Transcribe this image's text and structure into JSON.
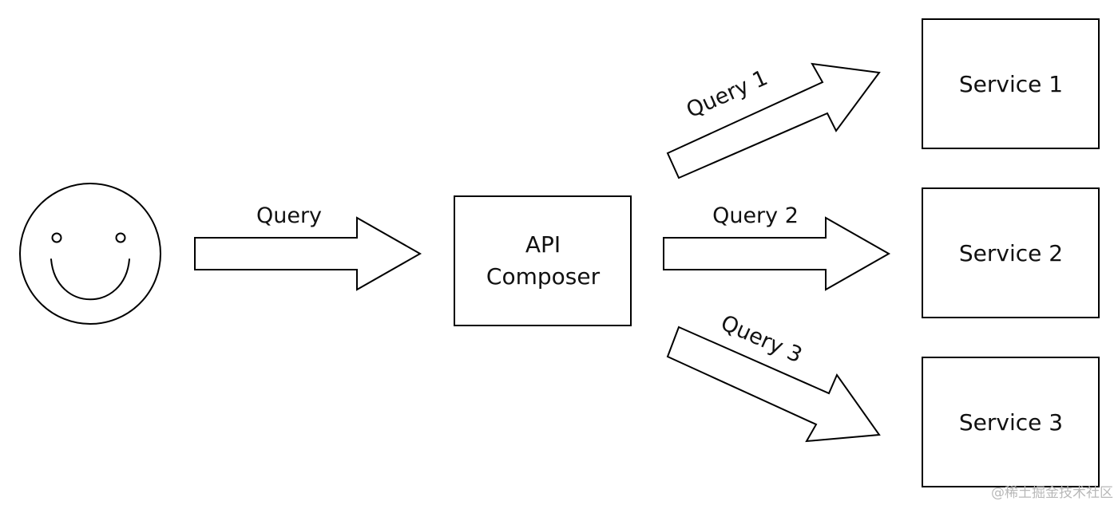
{
  "user": {
    "icon": "smiley-face-icon"
  },
  "arrows": {
    "client_query": "Query",
    "query_1": "Query 1",
    "query_2": "Query 2",
    "query_3": "Query 3"
  },
  "composer": {
    "line1": "API",
    "line2": "Composer"
  },
  "services": [
    {
      "label": "Service 1"
    },
    {
      "label": "Service 2"
    },
    {
      "label": "Service 3"
    }
  ],
  "watermark": "@稀土掘金技术社区",
  "colors": {
    "stroke": "#000000",
    "background": "#ffffff",
    "watermark": "#b8b8b8"
  }
}
